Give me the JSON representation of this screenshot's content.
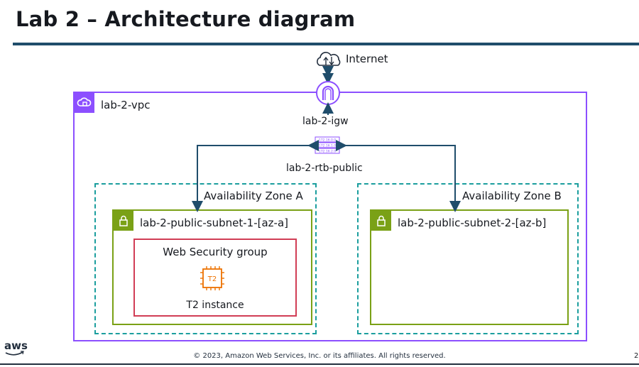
{
  "title": "Lab 2 – Architecture diagram",
  "internet_label": "Internet",
  "igw_label": "lab-2-igw",
  "route_table": {
    "label": "lab-2-rtb-public",
    "rows": [
      "172.16.0.0",
      "172.16.1.0",
      "172.16.2.0"
    ]
  },
  "vpc_label": "lab-2-vpc",
  "zones": [
    {
      "label": "Availability Zone A",
      "subnet_label": "lab-2-public-subnet-1-[az-a]"
    },
    {
      "label": "Availability Zone B",
      "subnet_label": "lab-2-public-subnet-2-[az-b]"
    }
  ],
  "security_group_label": "Web Security group",
  "instance": {
    "chip_text": "T2",
    "label": "T2 instance"
  },
  "logo": "aws",
  "footer": "© 2023, Amazon Web Services, Inc. or its affiliates. All rights reserved.",
  "page_number": "2",
  "colors": {
    "vpc": "#8c4fff",
    "availability_zone": "#1b9e9e",
    "subnet": "#7aa116",
    "security_group": "#d13d55",
    "instance": "#ed7100",
    "arrows": "#1f4d6b",
    "title_rule": "#1f4d6b"
  }
}
